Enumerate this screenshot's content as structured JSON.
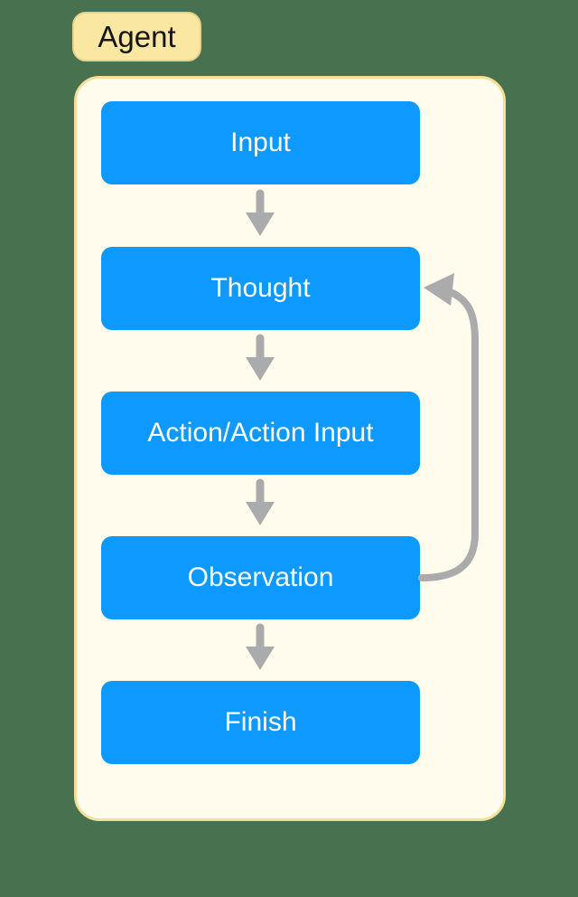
{
  "diagram": {
    "badge_label": "Agent",
    "nodes": [
      {
        "id": "input",
        "label": "Input"
      },
      {
        "id": "thought",
        "label": "Thought"
      },
      {
        "id": "action",
        "label": "Action/Action Input"
      },
      {
        "id": "observation",
        "label": "Observation"
      },
      {
        "id": "finish",
        "label": "Finish"
      }
    ],
    "edges": [
      {
        "from": "input",
        "to": "thought",
        "type": "straight-down"
      },
      {
        "from": "thought",
        "to": "action",
        "type": "straight-down"
      },
      {
        "from": "action",
        "to": "observation",
        "type": "straight-down"
      },
      {
        "from": "observation",
        "to": "finish",
        "type": "straight-down"
      },
      {
        "from": "observation",
        "to": "thought",
        "type": "loop-back-right"
      }
    ],
    "colors": {
      "page_background": "#47714F",
      "container_fill": "#FFFCEE",
      "container_border": "#F6E098",
      "badge_fill": "#FAE7A1",
      "badge_border": "#E8D288",
      "badge_text": "#161616",
      "node_fill": "#0D99FF",
      "node_text": "#FFFFFF",
      "arrow": "#ABABAB"
    }
  }
}
